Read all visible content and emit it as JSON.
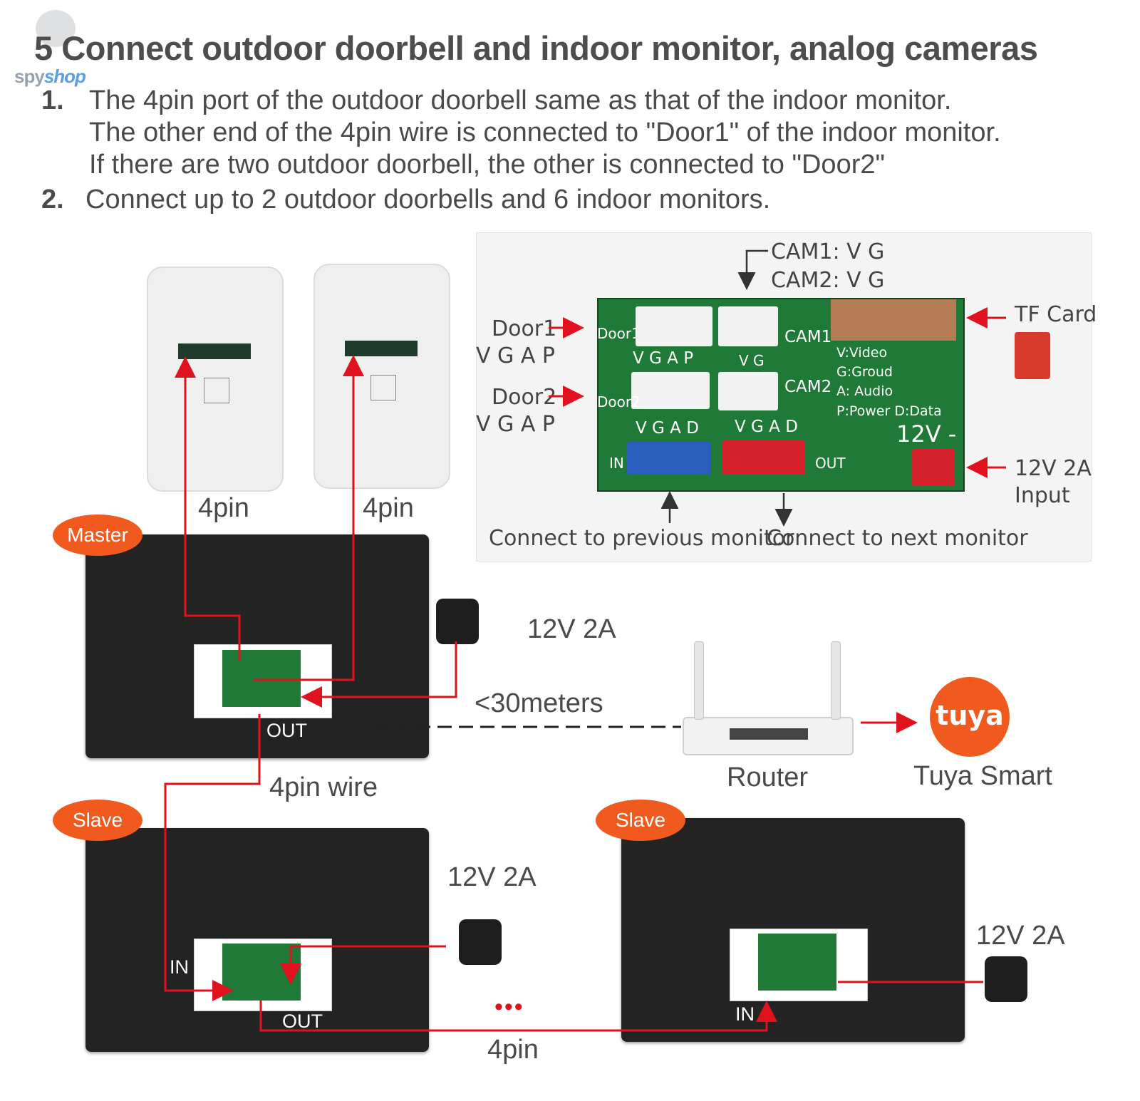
{
  "header": {
    "title": "5 Connect outdoor doorbell and indoor monitor, analog cameras",
    "watermark_a": "spy",
    "watermark_b": "shop"
  },
  "steps": [
    {
      "num": "1.",
      "lines": [
        "The 4pin port of the outdoor doorbell same as that of the indoor monitor.",
        "The other end of the 4pin wire is connected to \"Door1\" of the indoor monitor.",
        "If there are two outdoor doorbell, the other is connected to \"Door2\""
      ]
    },
    {
      "num": "2.",
      "lines": [
        "Connect up to 2 outdoor doorbells and 6 indoor monitors."
      ]
    }
  ],
  "panel": {
    "cam1": "CAM1:  V  G",
    "cam2": "CAM2:  V  G",
    "door1": "Door1",
    "door2": "Door2",
    "vgap": "V  G  A  P",
    "tf_card": "TF Card",
    "power_line1": "12V 2A",
    "power_line2": "Input",
    "prev": "Connect to previous monitor",
    "next": "Connect to next monitor",
    "pcb": {
      "door1": "Door1",
      "door2": "Door2",
      "cam1": "CAM1",
      "cam2": "CAM2",
      "vgap": "V G A P",
      "vg": "V G",
      "vgad": "V G A D",
      "legend": [
        "V:Video",
        "G:Groud",
        "A: Audio",
        "P:Power D:Data"
      ],
      "v12": "12V -",
      "in": "IN",
      "out": "OUT"
    }
  },
  "labels": {
    "pin4_a": "4pin",
    "pin4_b": "4pin",
    "master": "Master",
    "slave_a": "Slave",
    "slave_b": "Slave",
    "psu_master": "12V 2A",
    "psu_slave1": "12V 2A",
    "psu_slave2": "12V 2A",
    "distance": "<30meters",
    "router": "Router",
    "tuya_logo": "tuya",
    "tuya_smart": "Tuya Smart",
    "out_master": "OUT",
    "wire_4pin": "4pin wire",
    "in_slave1": "IN",
    "out_slave1": "OUT",
    "in_slave2": "IN",
    "dots": "•••",
    "pin4_bottom": "4pin"
  },
  "colors": {
    "wire": "#e0121d",
    "tag": "#f05a1e",
    "pcb": "#1f7a37",
    "monitor": "#232323"
  }
}
